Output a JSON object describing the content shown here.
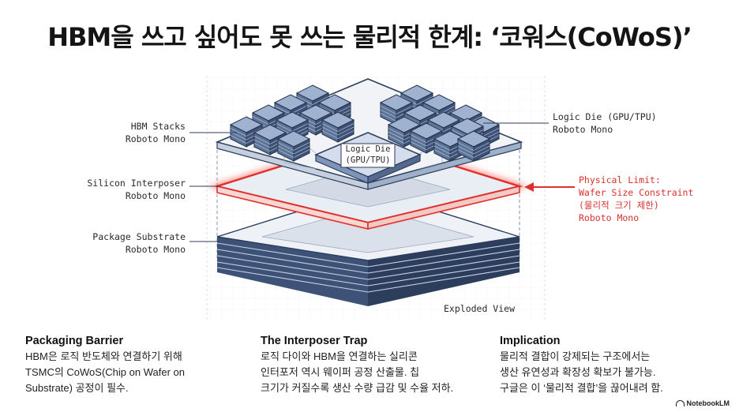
{
  "title": "HBM을 쓰고 싶어도 못 쓰는 물리적 한계: ‘코워스(CoWoS)’",
  "diagram": {
    "hbm_label": [
      "HBM Stacks",
      "Roboto Mono"
    ],
    "interposer_label": [
      "Silicon Interposer",
      "Roboto Mono"
    ],
    "substrate_label": [
      "Package Substrate",
      "Roboto Mono"
    ],
    "logic_right_label": [
      "Logic Die (GPU/TPU)",
      "Roboto Mono"
    ],
    "limit_label": [
      "Physical Limit:",
      "Wafer Size Constraint",
      "(물리적 크기 제한)",
      "Roboto Mono"
    ],
    "center_die": [
      "Logic Die",
      "(GPU/TPU)"
    ],
    "exploded": "Exploded View",
    "colors": {
      "accent_red": "#e0302b",
      "die_blue": "#7d95b8",
      "navy": "#2c3e5c"
    }
  },
  "columns": [
    {
      "heading": "Packaging Barrier",
      "lines": [
        "HBM은 로직 반도체와 연결하기 위해",
        "TSMC의 CoWoS(Chip on Wafer on",
        "Substrate) 공정이 필수."
      ]
    },
    {
      "heading": "The Interposer Trap",
      "lines": [
        "로직 다이와 HBM을 연결하는 실리콘",
        "인터포저 역시 웨이퍼 공정 산출물. 칩",
        "크기가 커질수록 생산 수량 급감 및 수율 저하."
      ]
    },
    {
      "heading": "Implication",
      "lines": [
        "물리적 결합이 강제되는 구조에서는",
        "생산 유연성과 확장성 확보가 불가능.",
        "구글은 이 ‘물리적 결합’을 끊어내려 함."
      ]
    }
  ],
  "brand": "NotebookLM"
}
